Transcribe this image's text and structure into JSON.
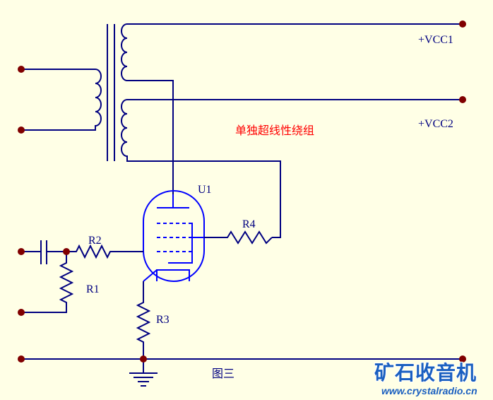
{
  "title": "图三",
  "note": "单独超线性绕组",
  "labels": {
    "vcc1": "+VCC1",
    "vcc2": "+VCC2",
    "tube": "U1",
    "r1": "R1",
    "r2": "R2",
    "r3": "R3",
    "r4": "R4"
  },
  "watermark": {
    "logo": "矿石收音机",
    "url": "www.crystalradio.cn"
  },
  "colors": {
    "background": "#FFFFE6",
    "wire": "#000080",
    "tube": "#0000FF",
    "terminal": "#800000",
    "note": "#FF0000",
    "watermark": "#1A5FC0"
  }
}
